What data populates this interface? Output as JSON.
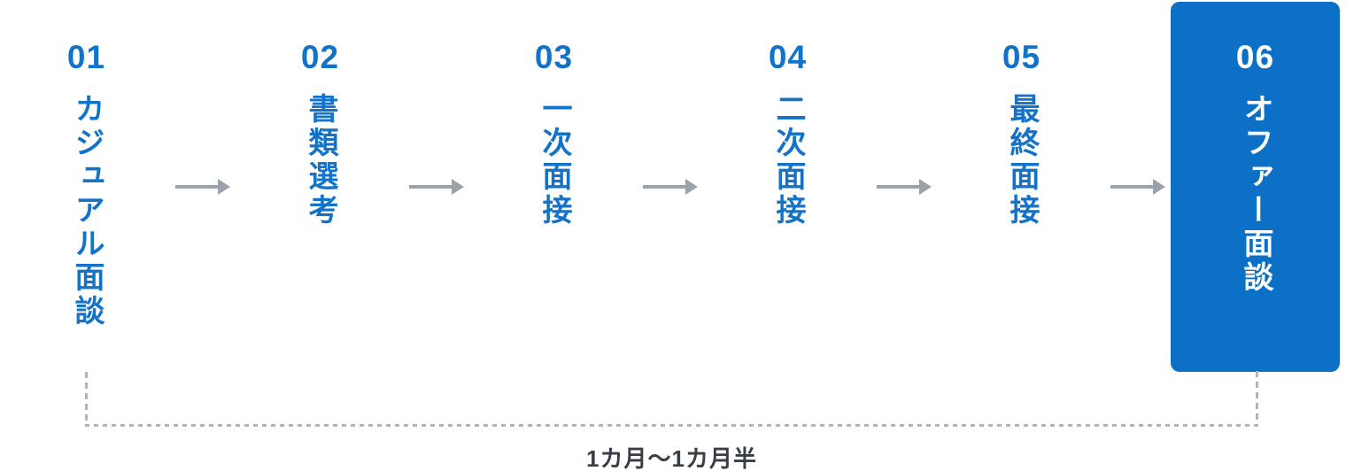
{
  "flow": {
    "title": "recruitment-selection-process",
    "steps": [
      {
        "number": "01",
        "label": "カジュアル面談",
        "active": false
      },
      {
        "number": "02",
        "label": "書類選考",
        "active": false
      },
      {
        "number": "03",
        "label": "一次面接",
        "active": false
      },
      {
        "number": "04",
        "label": "二次面接",
        "active": false
      },
      {
        "number": "05",
        "label": "最終面接",
        "active": false
      },
      {
        "number": "06",
        "label": "オファー面談",
        "active": true
      }
    ],
    "arrow_icon": "right-arrow-icon",
    "duration": {
      "label": "1カ月〜1カ月半"
    },
    "colors": {
      "accent_blue_text": "#1373c9",
      "active_card_bg": "#0c71c6",
      "active_card_text": "#ffffff",
      "card_bg": "#ffffff",
      "arrow_gray": "#9aa3ab",
      "dotted_gray": "#aeb5bb",
      "duration_text": "#383e45"
    }
  }
}
